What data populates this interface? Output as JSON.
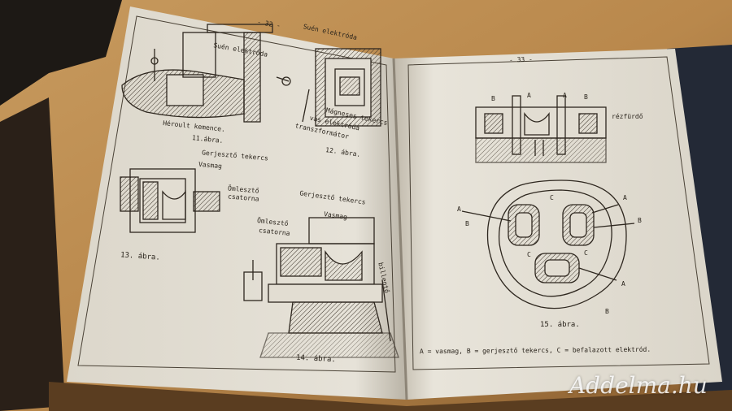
{
  "left_page": {
    "page_number": "- 32 -",
    "fig11": {
      "label_suen": "Suén elektróda",
      "label_kemence": "Héroult kemence.",
      "caption": "11.ábra."
    },
    "fig12": {
      "label_suen": "Suén elektróda",
      "label_magnetos": "Mágneses tekercs",
      "label_vas": "vas elektróda",
      "label_transzformator": "transzformátor",
      "caption": "12. ábra."
    },
    "fig13": {
      "label_gerjeszto": "Gerjesztő tekercs",
      "label_vasmag": "Vasmag",
      "label_omleszto": "Ömlesztő",
      "label_csatorna": "csatorna",
      "caption": "13. ábra."
    },
    "fig14": {
      "label_gerjeszto": "Gerjesztő tekercs",
      "label_vasmag": "Vasmag",
      "label_omleszto": "Ömlesztő",
      "label_csatorna": "csatorna",
      "label_billento": "billentő",
      "caption": "14. ábra."
    }
  },
  "right_page": {
    "page_number": "- 33 -",
    "fig15": {
      "top": {
        "b_left": "B",
        "a_left": "A",
        "a_right": "A",
        "b_right": "B",
        "label_rezfurdo": "rézfürdő"
      },
      "plan": {
        "a_left": "A",
        "b_left": "B",
        "c_top": "C",
        "a_right": "A",
        "b_right": "B",
        "c_left": "C",
        "c_right": "C",
        "a_bottom": "A",
        "b_bottom": "B"
      },
      "caption": "15. ábra."
    },
    "legend": "A = vasmag, B = gerjesztő tekercs, C = befalazott elektród."
  },
  "watermark": "Addelma.hu",
  "colors": {
    "table": "#b9884c",
    "page": "#e4e0d6",
    "ink": "#2a241c",
    "cover": "#232936"
  }
}
